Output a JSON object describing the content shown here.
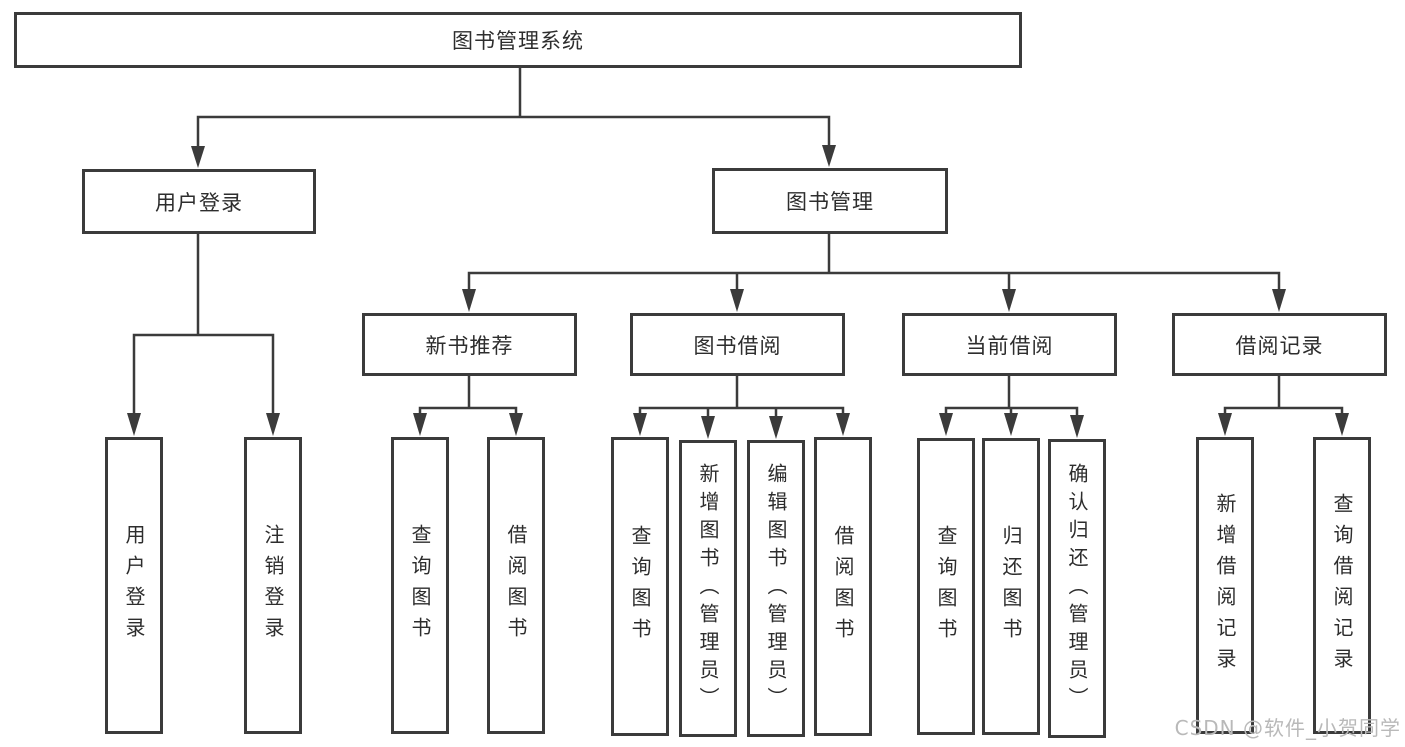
{
  "diagram": {
    "root": {
      "label": "图书管理系统"
    },
    "level2": [
      {
        "label": "用户登录",
        "children": [
          {
            "label": "用户登录"
          },
          {
            "label": "注销登录"
          }
        ]
      },
      {
        "label": "图书管理",
        "children": [
          {
            "label": "新书推荐",
            "children": [
              {
                "label": "查询图书"
              },
              {
                "label": "借阅图书"
              }
            ]
          },
          {
            "label": "图书借阅",
            "children": [
              {
                "label": "查询图书"
              },
              {
                "label": "新增图书（管理员）"
              },
              {
                "label": "编辑图书（管理员）"
              },
              {
                "label": "借阅图书"
              }
            ]
          },
          {
            "label": "当前借阅",
            "children": [
              {
                "label": "查询图书"
              },
              {
                "label": "归还图书"
              },
              {
                "label": "确认归还（管理员）"
              }
            ]
          },
          {
            "label": "借阅记录",
            "children": [
              {
                "label": "新增借阅记录"
              },
              {
                "label": "查询借阅记录"
              }
            ]
          }
        ]
      }
    ]
  },
  "watermark": {
    "text": "CSDN @软件_小贺同学"
  },
  "colors": {
    "line": "#3b3b3b",
    "text": "#2d2d2d",
    "watermark": "#b9b9b9",
    "background": "#ffffff"
  }
}
